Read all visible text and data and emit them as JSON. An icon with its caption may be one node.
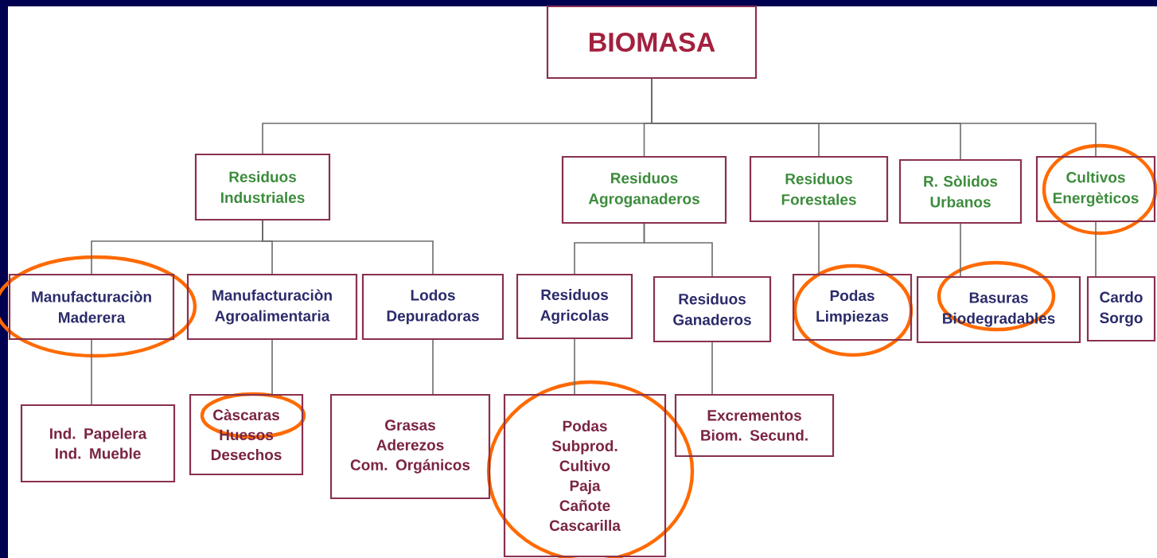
{
  "diagram": {
    "nodes": [
      {
        "text": [
          "BIOMASA"
        ]
      },
      {
        "text": [
          "Residuos Industriales"
        ]
      },
      {
        "text": [
          "Residuos Agroganaderos"
        ]
      },
      {
        "text": [
          "Residuos Forestales"
        ]
      },
      {
        "text": [
          "R. Sòlidos Urbanos"
        ]
      },
      {
        "text": [
          "Cultivos Energèticos"
        ]
      },
      {
        "text": [
          "Manufacturaciòn Maderera"
        ]
      },
      {
        "text": [
          "Manufacturaciòn Agroalimentaria"
        ]
      },
      {
        "text": [
          "Lodos Depuradoras"
        ]
      },
      {
        "text": [
          "Residuos Agricolas"
        ]
      },
      {
        "text": [
          "Residuos Ganaderos"
        ]
      },
      {
        "text": [
          "Podas Limpiezas"
        ]
      },
      {
        "text": [
          "Basuras Biodegradables"
        ]
      },
      {
        "text": [
          "Cardo Sorgo"
        ]
      },
      {
        "text": [
          "Ind. Papelera",
          "Ind. Mueble"
        ]
      },
      {
        "text": [
          "Càscaras",
          "Huesos",
          "Desechos"
        ]
      },
      {
        "text": [
          "Grasas",
          "Aderezos",
          "Com. Orgánicos"
        ]
      },
      {
        "text": [
          "Podas",
          "Subprod.",
          "Cultivo",
          "Paja",
          "Cañote",
          "Cascarilla"
        ]
      },
      {
        "text": [
          "Excrementos",
          "Biom. Secund."
        ]
      }
    ],
    "edges": [
      {
        "from": 0,
        "to": 1,
        "arrow": "none"
      },
      {
        "from": 0,
        "to": 2,
        "arrow": "none"
      },
      {
        "from": 0,
        "to": 3,
        "arrow": "none"
      },
      {
        "from": 0,
        "to": 4,
        "arrow": "none"
      },
      {
        "from": 0,
        "to": 5,
        "arrow": "none"
      },
      {
        "from": 1,
        "to": 6,
        "arrow": "none"
      },
      {
        "from": 1,
        "to": 7,
        "arrow": "none"
      },
      {
        "from": 1,
        "to": 8,
        "arrow": "none"
      },
      {
        "from": 2,
        "to": 9,
        "arrow": "none"
      },
      {
        "from": 2,
        "to": 10,
        "arrow": "none"
      },
      {
        "from": 3,
        "to": 11,
        "arrow": "none"
      },
      {
        "from": 4,
        "to": 12,
        "arrow": "none"
      },
      {
        "from": 5,
        "to": 13,
        "arrow": "none"
      },
      {
        "from": 6,
        "to": 14,
        "arrow": "none"
      },
      {
        "from": 7,
        "to": 15,
        "arrow": "none"
      },
      {
        "from": 8,
        "to": 16,
        "arrow": "none"
      },
      {
        "from": 9,
        "to": 17,
        "arrow": "none"
      },
      {
        "from": 10,
        "to": 18,
        "arrow": "none"
      }
    ]
  }
}
